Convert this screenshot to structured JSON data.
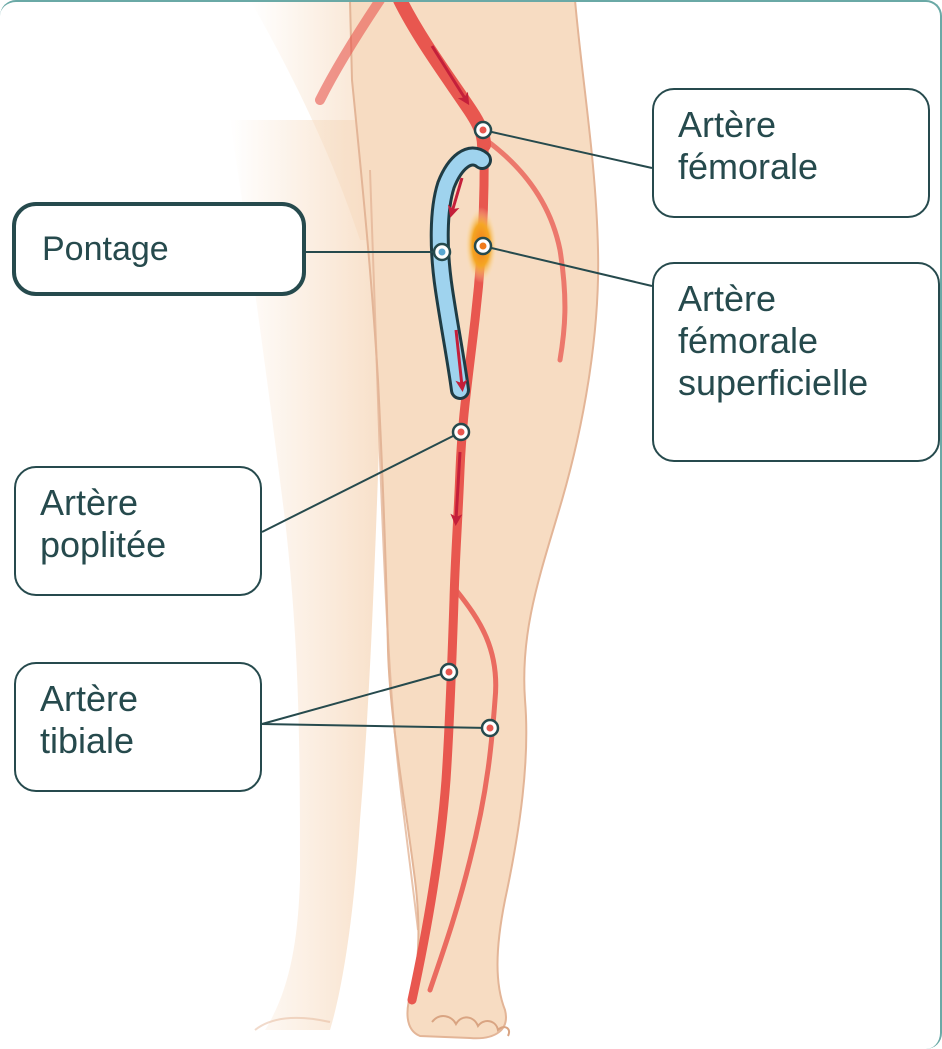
{
  "labels": {
    "femoral": "Artère\nfémorale",
    "superficial_femoral": "Artère\nfémorale\nsuperficielle",
    "bypass": "Pontage",
    "popliteal": "Artère\npoplitée",
    "tibial": "Artère\ntibiale"
  },
  "colors": {
    "skin": "#f7dcc2",
    "skin_outline": "#e3b597",
    "artery": "#e8574f",
    "arrow": "#c41f3a",
    "bypass_fill": "#9fd3ee",
    "bypass_outline": "#1f3c44",
    "stenosis": "#f5a623",
    "callout_border": "#264a4d",
    "frame": "#6aa9a6"
  }
}
